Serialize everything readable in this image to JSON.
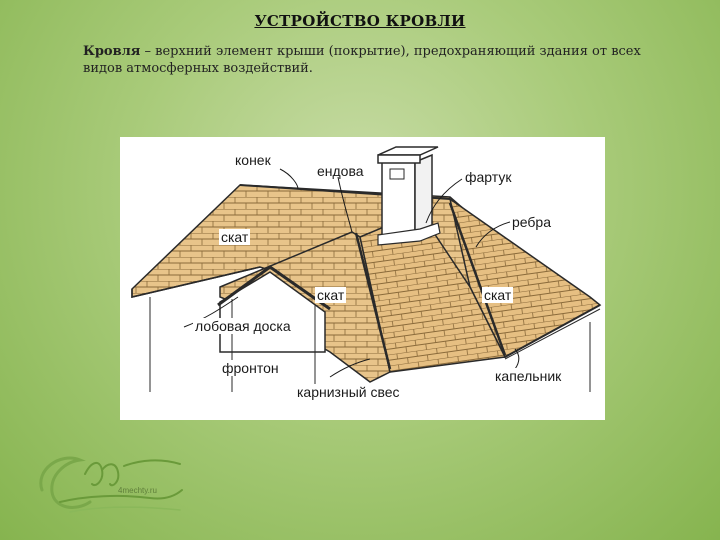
{
  "title": "УСТРОЙСТВО КРОВЛИ",
  "definition": {
    "term": "Кровля",
    "text": " – верхний элемент крыши (покрытие), предохраняющий здания от всех видов атмосферных воздействий."
  },
  "diagram": {
    "labels": {
      "konek": "конек",
      "endova": "ендова",
      "fartuk": "фартук",
      "rebra": "ребра",
      "skat_left": "скат",
      "skat_center": "скат",
      "skat_right": "скат",
      "lobovaya": "лобовая доска",
      "fronton": "фронтон",
      "karniz": "карнизный свес",
      "kapelnik": "капельник"
    },
    "colors": {
      "shingle": "#e8c48a",
      "shingle_dark": "#c99a55",
      "outline": "#2a2a2a"
    }
  },
  "logo": {
    "site": "4mechty.ru"
  }
}
